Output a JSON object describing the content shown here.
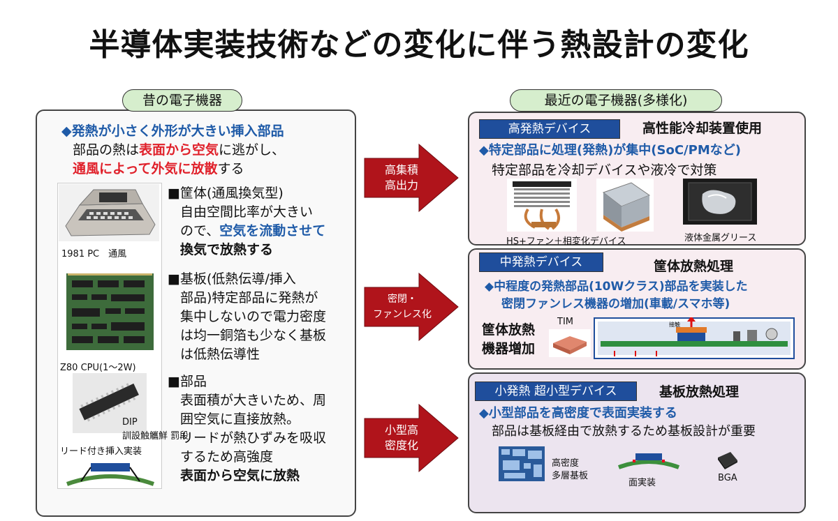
{
  "title": "半導体実装技術などの変化に伴う熱設計の変化",
  "left": {
    "tab": "昔の電子機器",
    "lead": "◆発熱が小さく外形が大きい挿入部品",
    "intro": {
      "l1a": "部品の熱は",
      "l1b": "表面から空気",
      "l1c": "に逃がし、",
      "l2a": "通風によって外気に放散",
      "l2b": "する"
    },
    "photos": {
      "pc": "1981 PC　通風",
      "cpu": "Z80 CPU(1～2W)",
      "dip": "DIP",
      "dip_sub": "訓設触觿鮮 罰段",
      "lead_insert": "リード付き挿入実装"
    },
    "s1": {
      "h": "■筐体(通風換気型)",
      "l1": "自由空間比率が大きい",
      "l2a": "ので、",
      "l2b": "空気を流動させて",
      "l3a": "換気で放熱する"
    },
    "s2": {
      "h": "■基板(低熱伝導/挿入",
      "l1": "部品)特定部品に発熱が",
      "l2": "集中しないので電力密度",
      "l3": "は均一銅箔も少なく基板",
      "l4": "は低熱伝導性"
    },
    "s3": {
      "h": "■部品",
      "l1": "表面積が大きいため、周",
      "l2": "囲空気に直接放熱。",
      "l3": "リードが熱ひずみを吸収",
      "l4": "するため高強度",
      "l5": "表面から空気に放熱"
    }
  },
  "arrows": [
    {
      "l1": "高集積",
      "l2": "高出力"
    },
    {
      "l1": "密閉・",
      "l2": "ファンレス化"
    },
    {
      "l1": "小型高",
      "l2": "密度化"
    }
  ],
  "right": {
    "tab": "最近の電子機器(多様化)",
    "p1": {
      "hdr": "高発熱デバイス",
      "tag": "高性能冷却装置使用",
      "lead": "◆特定部品に処理(発熱)が集中(SoC/PMなど)",
      "txt": "特定部品を冷却デバイスや液冷で対策",
      "cap1": "HS+ファン＋相変化デバイス",
      "cap2": "液体金属グリース"
    },
    "p2": {
      "hdr": "中発熱デバイス",
      "tag": "筐体放熱処理",
      "lead1": "◆中程度の発熱部品(10Wクラス)部品を実装した",
      "lead2": "密閉ファンレス機器の増加(車載/スマホ等)",
      "t1": "筐体放熱",
      "t2": "機器増加",
      "tim": "TIM",
      "heat": "接触"
    },
    "p3": {
      "hdr": "小発熱 超小型デバイス",
      "tag": "基板放熱処理",
      "lead": "◆小型部品を高密度で表面実装する",
      "txt": "部品は基板経由で放熱するため基板設計が重要",
      "cap1a": "高密度",
      "cap1b": "多層基板",
      "cap2": "面実装",
      "cap3": "BGA"
    }
  }
}
